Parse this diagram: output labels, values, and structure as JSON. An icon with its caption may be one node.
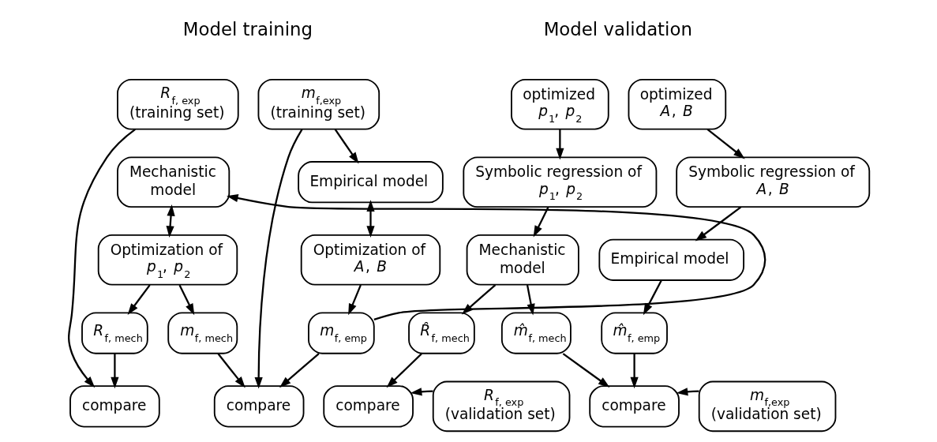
{
  "diagram": {
    "nodes": [
      {
        "text": [
          "*R*$_{f, exp}$ (training set)"
        ]
      },
      {
        "text": [
          "*m*$_{f,exp}$ (training set)"
        ]
      },
      {
        "text": [
          "Mechanistic model"
        ]
      },
      {
        "text": [
          "Empirical model"
        ]
      },
      {
        "text": [
          "Optimization of *p*$_{1}$, *p*$_{2}$"
        ]
      },
      {
        "text": [
          "Optimization of *A*, *B*"
        ]
      },
      {
        "text": [
          "*R*$_{f, mech}$"
        ]
      },
      {
        "text": [
          "*m*$_{f, mech}$"
        ]
      },
      {
        "text": [
          "*m*$_{f, emp}$"
        ]
      },
      {
        "text": [
          "compare"
        ]
      },
      {
        "text": [
          "compare"
        ]
      },
      {
        "text": [
          "optimized *p*$_{1}$, *p*$_{2}$"
        ]
      },
      {
        "text": [
          "optimized *A*, *B*"
        ]
      },
      {
        "text": [
          "Symbolic regression of *p*$_{1}$, *p*$_{2}$"
        ]
      },
      {
        "text": [
          "Symbolic regression of *A*, *B*"
        ]
      },
      {
        "text": [
          "Mechanistic model"
        ]
      },
      {
        "text": [
          "Empirical model"
        ]
      },
      {
        "text": [
          "*R̂*$_{f, mech}$"
        ]
      },
      {
        "text": [
          "*m̂*$_{f, mech}$"
        ]
      },
      {
        "text": [
          "*m̂*$_{f, emp}$"
        ]
      },
      {
        "text": [
          "compare"
        ]
      },
      {
        "text": [
          "*R*$_{f, exp}$ (validation set)"
        ]
      },
      {
        "text": [
          "compare"
        ]
      },
      {
        "text": [
          "*m*$_{f,exp}$ (validation set)"
        ]
      }
    ],
    "edges": [
      {
        "from": 0,
        "to": 9,
        "arrow": "to"
      },
      {
        "from": 1,
        "to": 3,
        "arrow": "to"
      },
      {
        "from": 1,
        "to": 10,
        "arrow": "to"
      },
      {
        "from": 2,
        "to": 4,
        "arrow": "both"
      },
      {
        "from": 3,
        "to": 5,
        "arrow": "both"
      },
      {
        "from": 4,
        "to": 6,
        "arrow": "to"
      },
      {
        "from": 4,
        "to": 7,
        "arrow": "to"
      },
      {
        "from": 5,
        "to": 8,
        "arrow": "to"
      },
      {
        "from": 8,
        "to": 2,
        "arrow": "to"
      },
      {
        "from": 6,
        "to": 9,
        "arrow": "to"
      },
      {
        "from": 7,
        "to": 10,
        "arrow": "to"
      },
      {
        "from": 8,
        "to": 10,
        "arrow": "to"
      },
      {
        "from": 11,
        "to": 13,
        "arrow": "to"
      },
      {
        "from": 12,
        "to": 14,
        "arrow": "to"
      },
      {
        "from": 13,
        "to": 15,
        "arrow": "to"
      },
      {
        "from": 14,
        "to": 16,
        "arrow": "to"
      },
      {
        "from": 15,
        "to": 17,
        "arrow": "to"
      },
      {
        "from": 15,
        "to": 18,
        "arrow": "to"
      },
      {
        "from": 16,
        "to": 19,
        "arrow": "to"
      },
      {
        "from": 17,
        "to": 20,
        "arrow": "to"
      },
      {
        "from": 18,
        "to": 22,
        "arrow": "to"
      },
      {
        "from": 19,
        "to": 22,
        "arrow": "to"
      },
      {
        "from": 21,
        "to": 20,
        "arrow": "to"
      },
      {
        "from": 23,
        "to": 22,
        "arrow": "to"
      }
    ],
    "labels": [
      "Model training",
      "Model validation"
    ]
  }
}
